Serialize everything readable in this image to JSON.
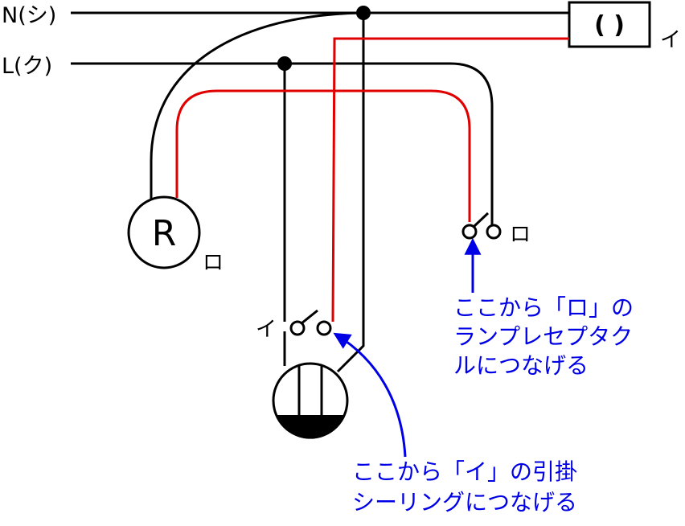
{
  "labels": {
    "neutral": "N(シ)",
    "live": "L(ク)",
    "fixture_box": "(  )",
    "fixture_label": "イ",
    "receptacle_symbol": "R",
    "receptacle_label": "ロ",
    "switch_left_label": "イ",
    "switch_right_label": "ロ"
  },
  "annotations": {
    "ro_line1": "ここから「ロ」の",
    "ro_line2": "ランプレセプタク",
    "ro_line3": "ルにつなげる",
    "i_line1": "ここから「イ」の引掛",
    "i_line2": "シーリングにつなげる"
  },
  "colors": {
    "wire": "#000000",
    "switch_wire": "#e00000",
    "annotation": "#0000e6"
  }
}
